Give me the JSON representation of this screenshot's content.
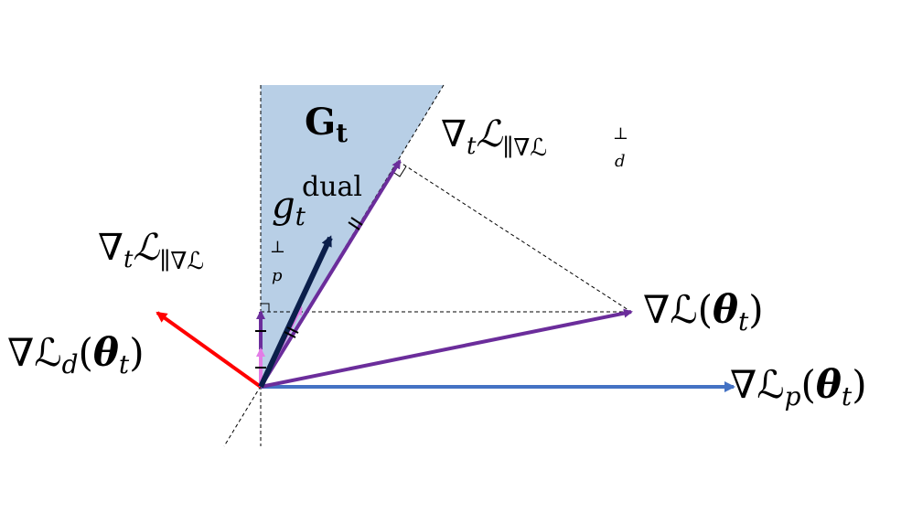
{
  "colors": {
    "cone_fill": "#b8cfe6",
    "grad_total": "#6b2d9b",
    "grad_p": "#4472c4",
    "grad_d": "#ff0000",
    "g_dual": "#0b1f4b",
    "projection": "#e27de6",
    "guide": "#000000"
  },
  "labels": {
    "cone": {
      "base": "G",
      "sub": "t"
    },
    "g_dual": {
      "base": "g",
      "sub": "t",
      "sup": "dual"
    },
    "proj_d": {
      "nabla": "∇",
      "sub_t": "t",
      "script_l": "ℒ",
      "sub_par": "∥∇ℒ",
      "sup_perp": "⊥",
      "sub_idx": "d"
    },
    "proj_p": {
      "nabla": "∇",
      "sub_t": "t",
      "script_l": "ℒ",
      "sub_par": "∥∇ℒ",
      "sup_perp": "⊥",
      "sub_idx": "p"
    },
    "grad_total": {
      "text": "∇ℒ(",
      "theta": "θ",
      "sub": "t",
      "close": ")"
    },
    "grad_p": {
      "text": "∇ℒ",
      "sub_idx": "p",
      "open": "(",
      "theta": "θ",
      "sub": "t",
      "close": ")"
    },
    "grad_d": {
      "text": "∇ℒ",
      "sub_idx": "d",
      "open": "(",
      "theta": "θ",
      "sub": "t",
      "close": ")"
    }
  }
}
